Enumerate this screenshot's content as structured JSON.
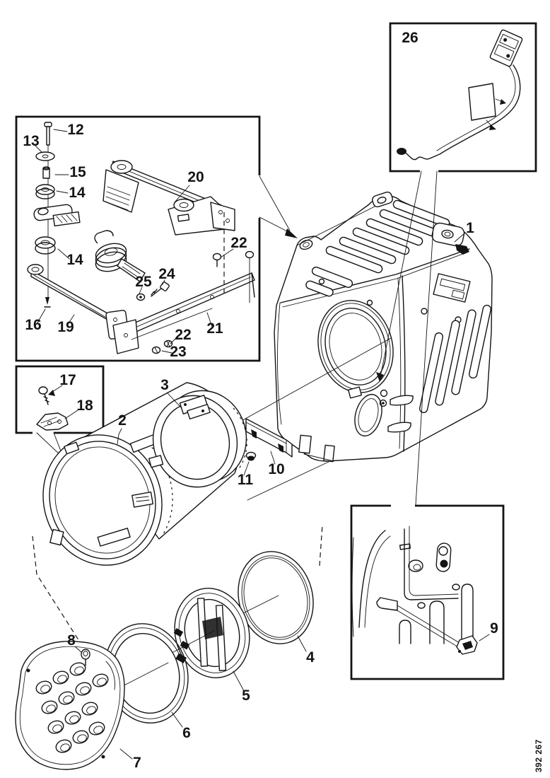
{
  "colors": {
    "ink": "#141414",
    "paper": "#ffffff"
  },
  "footer": {
    "drawing_code": "392 267"
  },
  "callouts": {
    "c1": "1",
    "c2": "2",
    "c3": "3",
    "c4": "4",
    "c5": "5",
    "c6": "6",
    "c7": "7",
    "c8": "8",
    "c9": "9",
    "c10": "10",
    "c11": "11",
    "c12": "12",
    "c13": "13",
    "c14a": "14",
    "c14b": "14",
    "c15": "15",
    "c16": "16",
    "c17": "17",
    "c18": "18",
    "c19": "19",
    "c20": "20",
    "c21": "21",
    "c22a": "22",
    "c22b": "22",
    "c23": "23",
    "c24": "24",
    "c25": "25",
    "c26": "26"
  }
}
